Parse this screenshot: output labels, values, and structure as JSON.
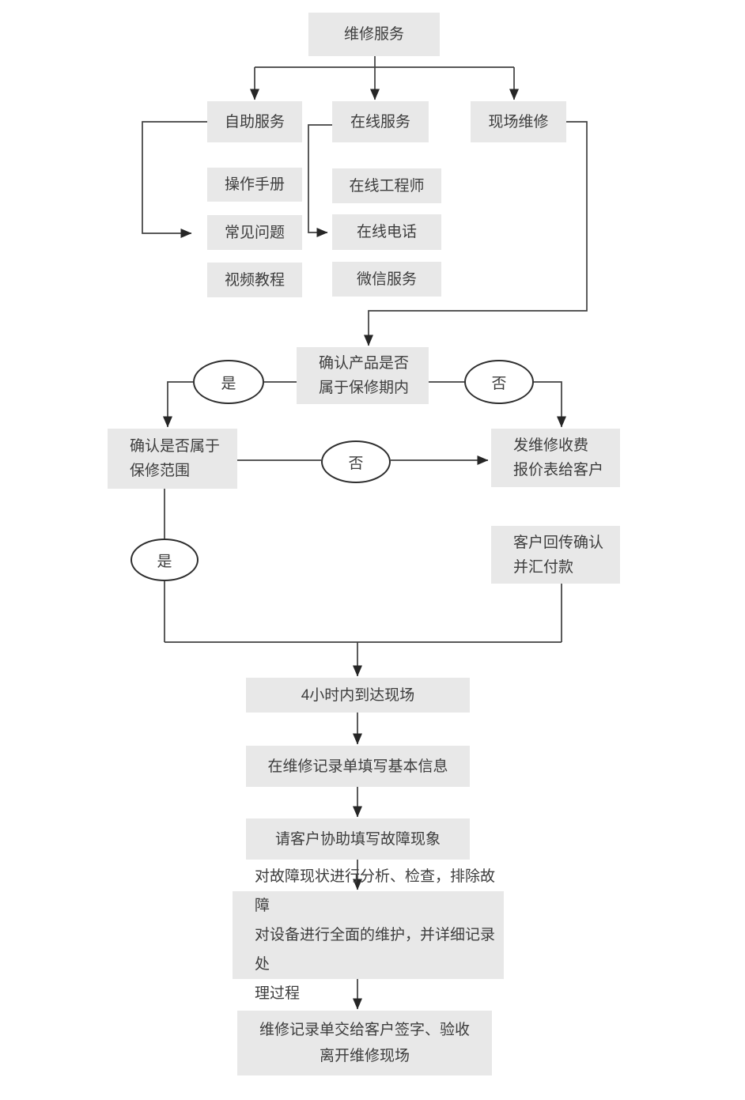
{
  "diagram": {
    "type": "flowchart",
    "colors": {
      "node_fill": "#e8e8e8",
      "node_text": "#3d3d3d",
      "connector_line": "#404040",
      "arrowhead": "#262626",
      "ellipse_border": "#2e2e2e",
      "ellipse_fill": "#ffffff",
      "background": "#ffffff"
    },
    "nodes": {
      "root": {
        "label": "维修服务"
      },
      "self_service": {
        "label": "自助服务"
      },
      "online_service": {
        "label": "在线服务"
      },
      "onsite_repair": {
        "label": "现场维修"
      },
      "manual": {
        "label": "操作手册"
      },
      "faq": {
        "label": "常见问题"
      },
      "video": {
        "label": "视频教程"
      },
      "engineer": {
        "label": "在线工程师"
      },
      "phone": {
        "label": "在线电话"
      },
      "wechat": {
        "label": "微信服务"
      },
      "confirm_period": {
        "label": "确认产品是否\n属于保修期内"
      },
      "confirm_scope": {
        "label": "确认是否属于\n保修范围"
      },
      "send_quote": {
        "label": "发维修收费\n报价表给客户"
      },
      "customer_confirm": {
        "label": "客户回传确认\n并汇付款"
      },
      "arrive": {
        "label": "4小时内到达现场"
      },
      "fill_info": {
        "label": "在维修记录单填写基本信息"
      },
      "fault_desc": {
        "label": "请客户协助填写故障现象"
      },
      "analyze": {
        "label": "对故障现状进行分析、检查，排除故障\n对设备进行全面的维护，并详细记录处\n理过程"
      },
      "signoff": {
        "label": "维修记录单交给客户签字、验收\n离开维修现场"
      }
    },
    "decisions": {
      "yes_top": {
        "label": "是"
      },
      "no_top": {
        "label": "否"
      },
      "no_mid": {
        "label": "否"
      },
      "yes_left": {
        "label": "是"
      }
    }
  }
}
